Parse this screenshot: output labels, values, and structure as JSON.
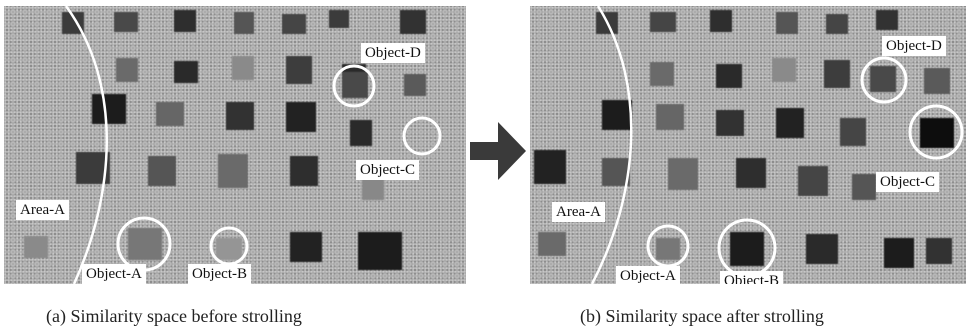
{
  "panel_a": {
    "labels": {
      "object_d": "Object-D",
      "object_c": "Object-C",
      "area_a": "Area-A",
      "object_a": "Object-A",
      "object_b": "Object-B"
    },
    "caption": "(a) Similarity space before strolling"
  },
  "panel_b": {
    "labels": {
      "object_d": "Object-D",
      "object_c": "Object-C",
      "area_a": "Area-A",
      "object_a": "Object-A",
      "object_b": "Object-B"
    },
    "caption": "(b) Similarity space after strolling"
  },
  "colors": {
    "background": "#a9a9a9",
    "highlight_ring": "#ffffff",
    "arrow": "#3a3a3a"
  }
}
